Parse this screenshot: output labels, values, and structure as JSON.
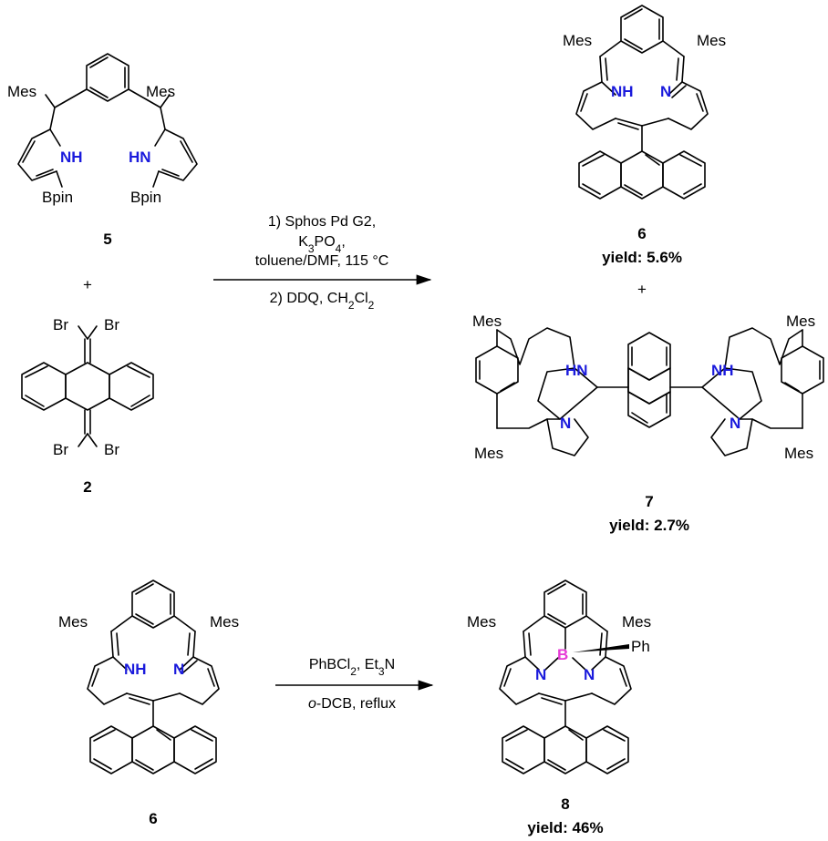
{
  "colors": {
    "heteroatom": "#1a1adc",
    "boron": "#e63ad6",
    "text": "#000000"
  },
  "compounds": {
    "c5": {
      "number": "5",
      "mes_left": "Mes",
      "mes_right": "Mes",
      "nh_left": "NH",
      "nh_right": "HN",
      "bpin_left": "Bpin",
      "bpin_right": "Bpin"
    },
    "c2": {
      "number": "2",
      "br": "Br"
    },
    "c6": {
      "number": "6",
      "mes_left": "Mes",
      "mes_right": "Mes",
      "nh": "NH",
      "n": "N",
      "yield": "yield: 5.6%"
    },
    "c7": {
      "number": "7",
      "mes": "Mes",
      "hn": "HN",
      "nh": "NH",
      "n": "N",
      "yield": "yield: 2.7%"
    },
    "c6b": {
      "number": "6",
      "mes_left": "Mes",
      "mes_right": "Mes",
      "nh": "NH",
      "n": "N"
    },
    "c8": {
      "number": "8",
      "mes_left": "Mes",
      "mes_right": "Mes",
      "n": "N",
      "b": "B",
      "ph": "Ph",
      "yield": "yield: 46%"
    }
  },
  "plus": "+",
  "reaction1": {
    "step1_line1": "1) Sphos Pd G2,",
    "step1_line2_pre": "K",
    "step1_line2_sub1": "3",
    "step1_line2_mid": "PO",
    "step1_line2_sub2": "4",
    "step1_line2_post": ",",
    "step1_line3": "toluene/DMF, 115 °C",
    "step2_pre": "2) DDQ, CH",
    "step2_sub1": "2",
    "step2_mid": "Cl",
    "step2_sub2": "2"
  },
  "reaction2": {
    "line1_pre": "PhBCl",
    "line1_sub": "2",
    "line1_mid": ",  Et",
    "line1_sub2": "3",
    "line1_post": "N",
    "line2_italic": "o",
    "line2_rest": "-DCB,  reflux"
  }
}
